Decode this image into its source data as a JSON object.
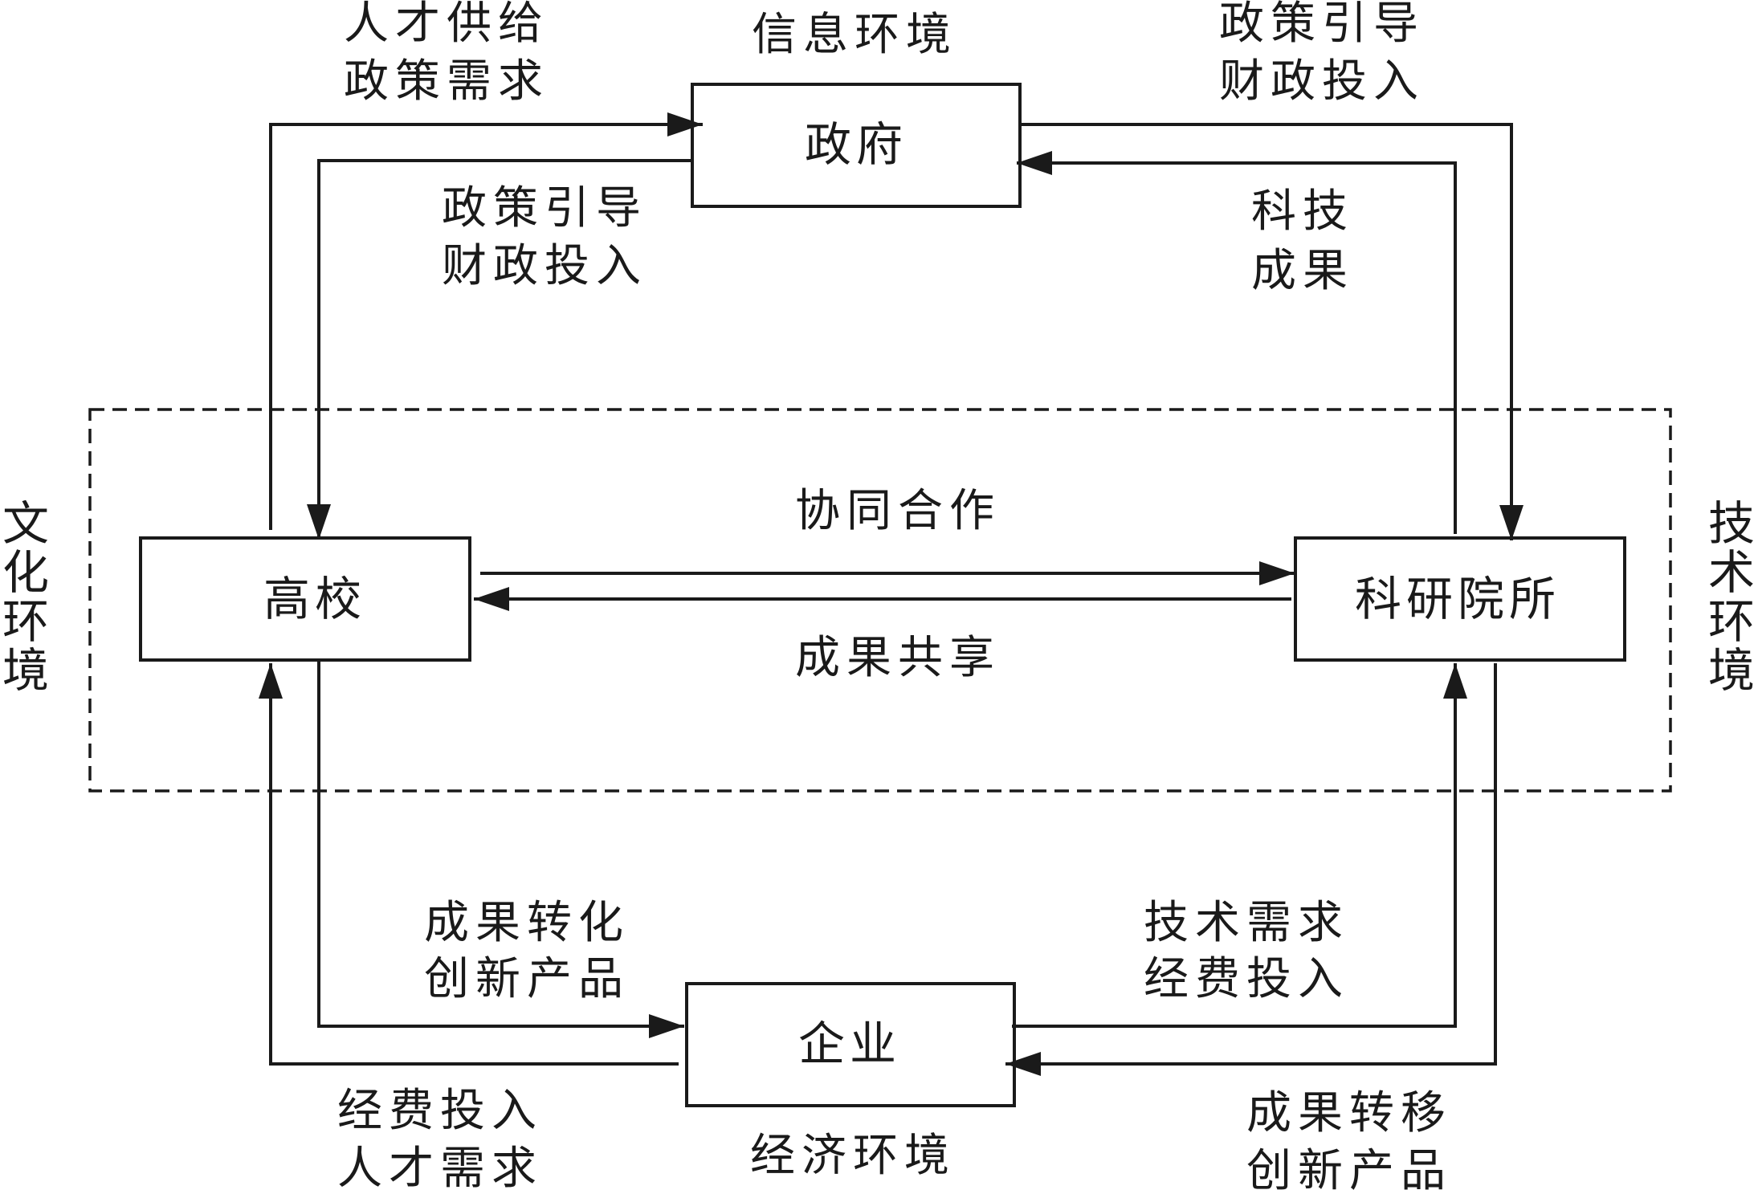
{
  "nodes": {
    "government": "政府",
    "university": "高校",
    "institute": "科研院所",
    "enterprise": "企业"
  },
  "environments": {
    "information": "信息环境",
    "economic": "经济环境",
    "culture": [
      "文",
      "化",
      "环",
      "境"
    ],
    "technology": [
      "技",
      "术",
      "环",
      "境"
    ]
  },
  "flows": {
    "univ_to_gov": [
      "人才供给",
      "政策需求"
    ],
    "gov_to_univ": [
      "政策引导",
      "财政投入"
    ],
    "gov_to_inst": [
      "政策引导",
      "财政投入"
    ],
    "inst_to_gov": [
      "科技",
      "成果"
    ],
    "univ_to_inst": "协同合作",
    "inst_to_univ": "成果共享",
    "univ_to_ent": [
      "成果转化",
      "创新产品"
    ],
    "ent_to_univ": [
      "经费投入",
      "人才需求"
    ],
    "ent_to_inst": [
      "技术需求",
      "经费投入"
    ],
    "inst_to_ent": [
      "成果转移",
      "创新产品"
    ]
  }
}
